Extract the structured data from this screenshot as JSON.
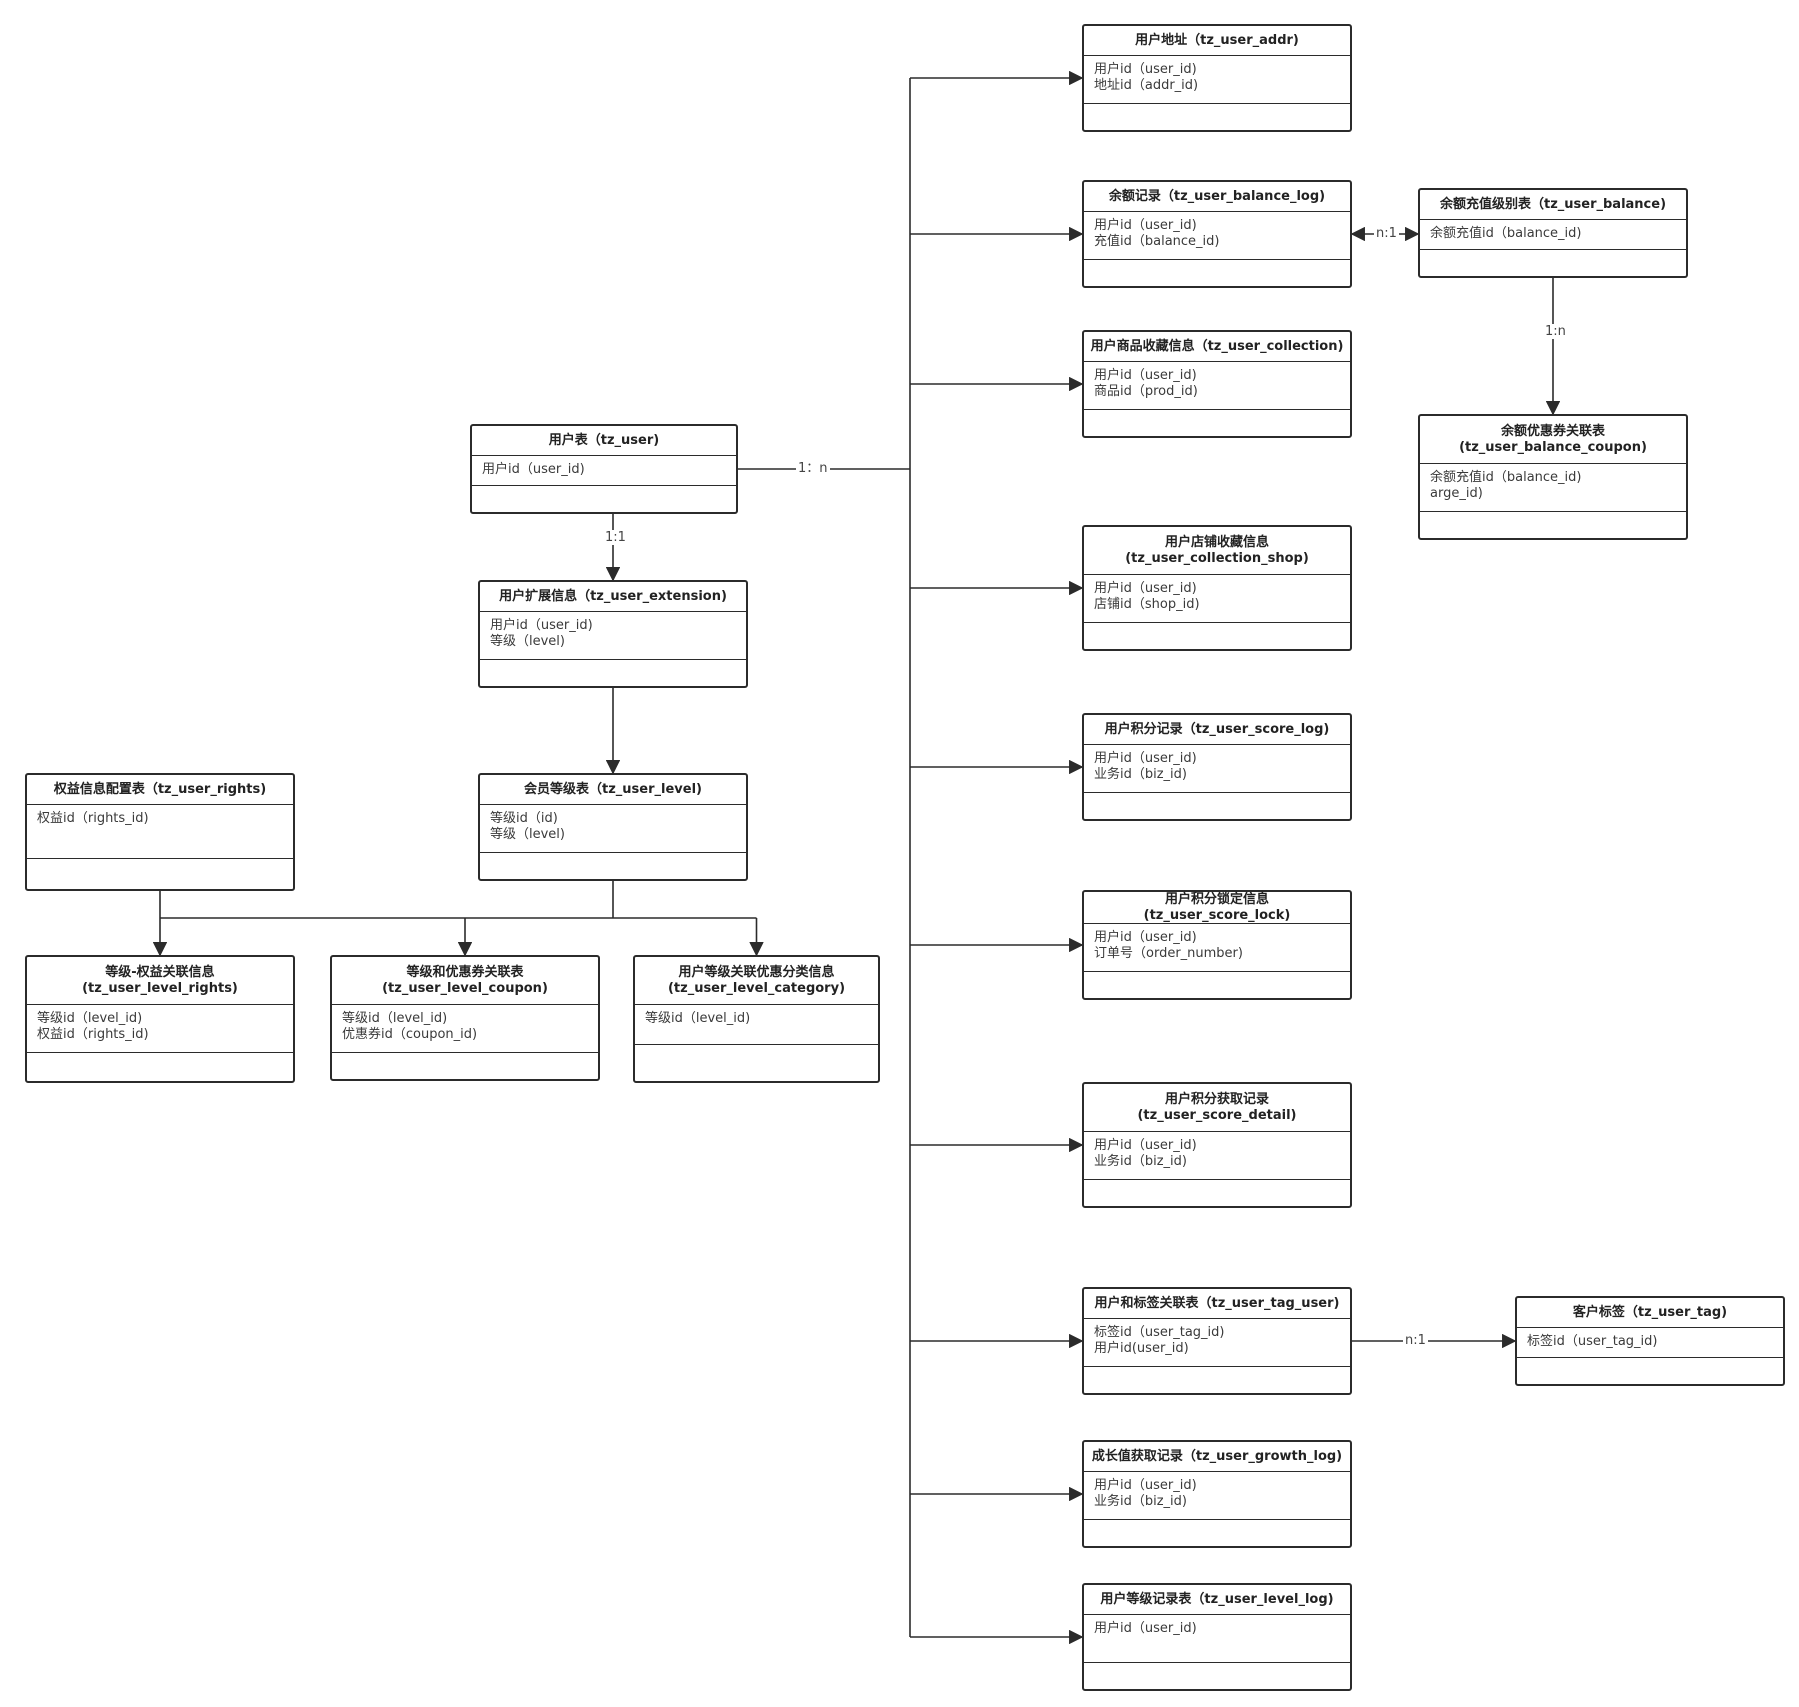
{
  "entities": [
    {
      "id": "tz_user",
      "title": "用户表（tz_user)",
      "fields": [
        "用户id（user_id)"
      ]
    },
    {
      "id": "tz_user_extension",
      "title": "用户扩展信息（tz_user_extension)",
      "fields": [
        "用户id（user_id)",
        "等级（level)"
      ]
    },
    {
      "id": "tz_user_level",
      "title": "会员等级表（tz_user_level)",
      "fields": [
        "等级id（id)",
        "等级（level)"
      ]
    },
    {
      "id": "tz_user_rights",
      "title": "权益信息配置表（tz_user_rights)",
      "fields": [
        "权益id（rights_id)"
      ]
    },
    {
      "id": "tz_user_level_rights",
      "title": "等级-权益关联信息\n(tz_user_level_rights)",
      "fields": [
        "等级id（level_id)",
        "权益id（rights_id)"
      ]
    },
    {
      "id": "tz_user_level_coupon",
      "title": "等级和优惠券关联表\n(tz_user_level_coupon)",
      "fields": [
        "等级id（level_id)",
        "优惠券id（coupon_id)"
      ]
    },
    {
      "id": "tz_user_level_category",
      "title": "用户等级关联优惠分类信息\n(tz_user_level_category)",
      "fields": [
        "等级id（level_id)"
      ]
    },
    {
      "id": "tz_user_addr",
      "title": "用户地址（tz_user_addr)",
      "fields": [
        "用户id（user_id)",
        "地址id（addr_id)"
      ]
    },
    {
      "id": "tz_user_balance_log",
      "title": "余额记录（tz_user_balance_log)",
      "fields": [
        "用户id（user_id)",
        "充值id（balance_id)"
      ]
    },
    {
      "id": "tz_user_collection",
      "title": "用户商品收藏信息（tz_user_collection)",
      "fields": [
        "用户id（user_id)",
        "商品id（prod_id)"
      ]
    },
    {
      "id": "tz_user_collection_shop",
      "title": "用户店铺收藏信息\n(tz_user_collection_shop)",
      "fields": [
        "用户id（user_id)",
        "店铺id（shop_id)"
      ]
    },
    {
      "id": "tz_user_score_log",
      "title": "用户积分记录（tz_user_score_log)",
      "fields": [
        "用户id（user_id)",
        "业务id（biz_id)"
      ]
    },
    {
      "id": "tz_user_score_lock",
      "title": "用户积分锁定信息\n(tz_user_score_lock)",
      "fields": [
        "用户id（user_id)",
        "订单号（order_number)"
      ]
    },
    {
      "id": "tz_user_score_detail",
      "title": "用户积分获取记录\n(tz_user_score_detail)",
      "fields": [
        "用户id（user_id)",
        "业务id（biz_id)"
      ]
    },
    {
      "id": "tz_user_tag_user",
      "title": "用户和标签关联表（tz_user_tag_user)",
      "fields": [
        "标签id（user_tag_id)",
        "用户id(user_id)"
      ]
    },
    {
      "id": "tz_user_growth_log",
      "title": "成长值获取记录（tz_user_growth_log)",
      "fields": [
        "用户id（user_id)",
        "业务id（biz_id)"
      ]
    },
    {
      "id": "tz_user_level_log",
      "title": "用户等级记录表（tz_user_level_log)",
      "fields": [
        "用户id（user_id)"
      ]
    },
    {
      "id": "tz_user_balance",
      "title": "余额充值级别表（tz_user_balance)",
      "fields": [
        "余额充值id（balance_id)"
      ]
    },
    {
      "id": "tz_user_balance_coupon",
      "title": "余额优惠券关联表\n(tz_user_balance_coupon)",
      "fields": [
        "余额充值id（balance_id)",
        "arge_id)"
      ]
    },
    {
      "id": "tz_user_tag",
      "title": "客户标签（tz_user_tag)",
      "fields": [
        "标签id（user_tag_id)"
      ]
    }
  ],
  "relations": [
    {
      "id": "user_trunk",
      "label": "1：n"
    },
    {
      "id": "user_extension",
      "label": "1:1"
    },
    {
      "id": "balance_log_balance",
      "label": "n:1"
    },
    {
      "id": "balance_coupon",
      "label": "1:n"
    },
    {
      "id": "tag_user_tag",
      "label": "n:1"
    }
  ],
  "colors": {
    "line": "#2b2b2b",
    "border": "#2b2b2b",
    "text": "#333333",
    "background": "#ffffff"
  }
}
